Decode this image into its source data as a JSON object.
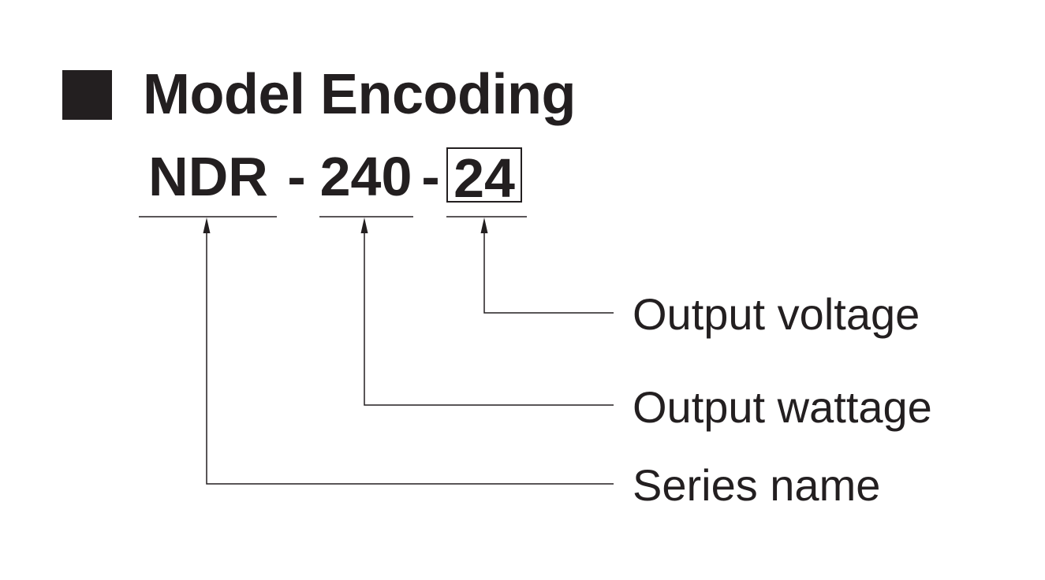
{
  "heading": {
    "title": "Model Encoding"
  },
  "model_code": {
    "series": "NDR",
    "separator": "-",
    "wattage": "240",
    "voltage": "24"
  },
  "legend": {
    "voltage_label": "Output voltage",
    "wattage_label": "Output wattage",
    "series_label": "Series name"
  },
  "colors": {
    "ink": "#231f20",
    "background": "#ffffff"
  }
}
